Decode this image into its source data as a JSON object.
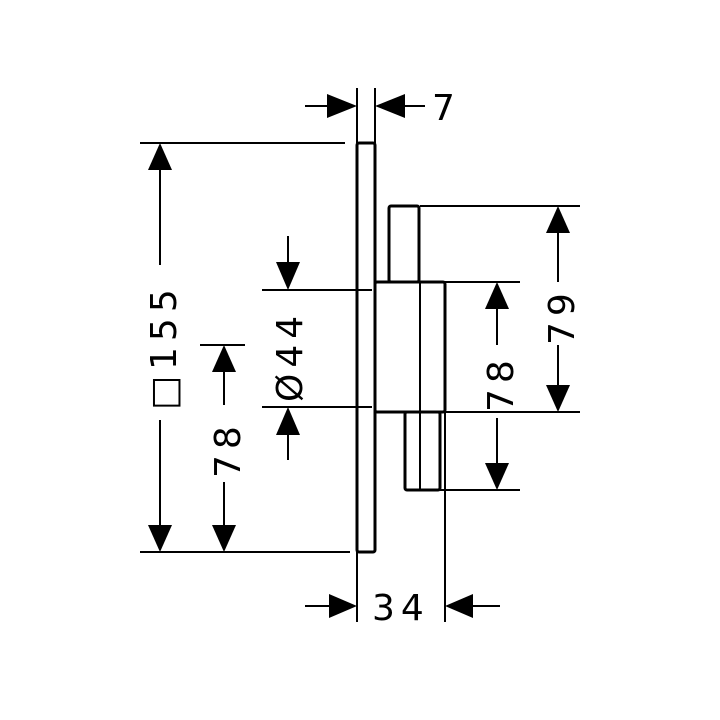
{
  "dimensions": {
    "plate_thickness": "7",
    "plate_square": "□155",
    "center_left": "78",
    "diameter": "Ø44",
    "center_right": "78",
    "stem_height": "79",
    "depth": "34"
  }
}
